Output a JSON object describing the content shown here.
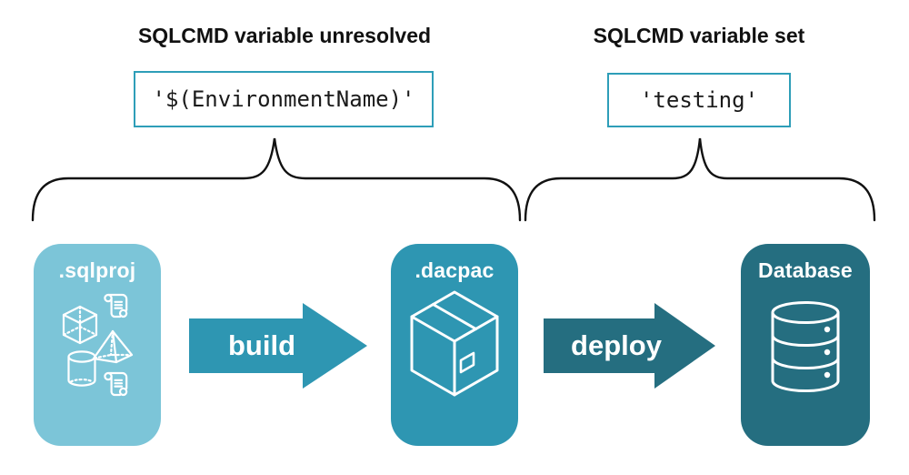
{
  "annotations": {
    "unresolved": {
      "heading": "SQLCMD variable unresolved",
      "value": "'$(EnvironmentName)'"
    },
    "set": {
      "heading": "SQLCMD variable set",
      "value": "'testing'"
    }
  },
  "pipeline": {
    "stages": [
      {
        "label": ".sqlproj",
        "color": "#7CC5D8",
        "icon": "sql-objects-icons"
      },
      {
        "label": ".dacpac",
        "color": "#2E96B2",
        "icon": "package-icon"
      },
      {
        "label": "Database",
        "color": "#256E80",
        "icon": "database-icon"
      }
    ],
    "arrows": [
      {
        "label": "build",
        "color": "#2E96B2"
      },
      {
        "label": "deploy",
        "color": "#256E80"
      }
    ]
  },
  "colors": {
    "code_box_border": "#2E9EB8",
    "brace_stroke": "#111111",
    "heading_text": "#111111",
    "code_text": "#1A1A1A",
    "icon_stroke": "#FFFFFF",
    "background": "#FFFFFF"
  }
}
